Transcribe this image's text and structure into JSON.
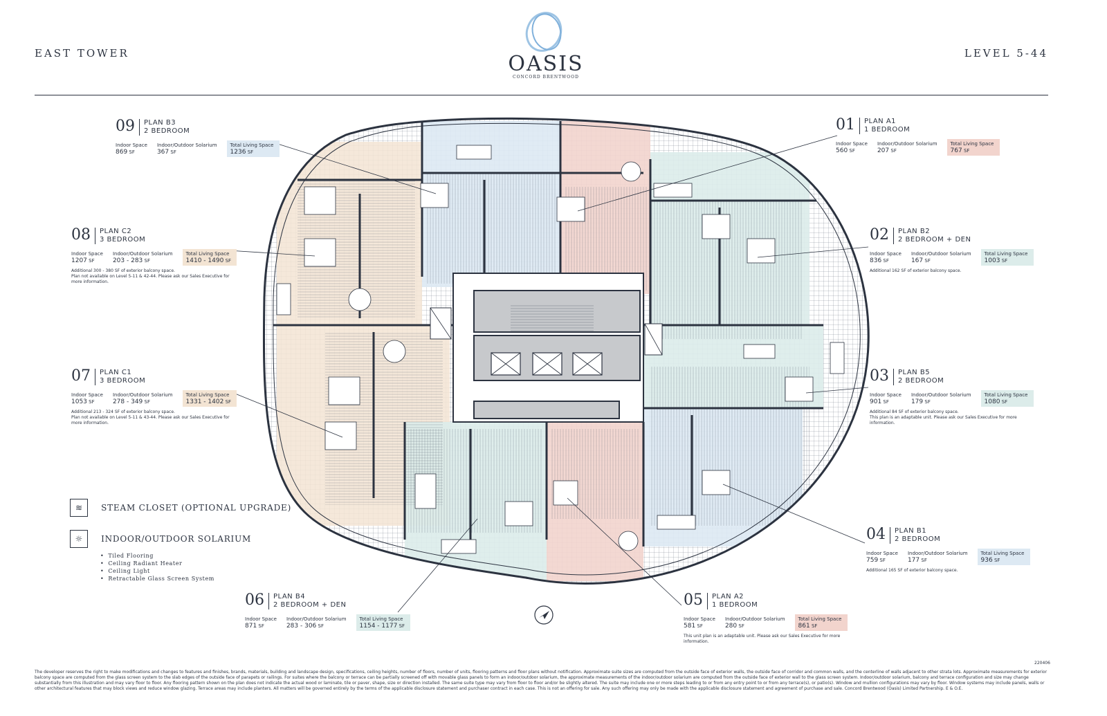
{
  "header": {
    "left": "EAST TOWER",
    "right": "LEVEL 5-44",
    "logo_name": "OASIS",
    "logo_sub": "CONCORD BRENTWOOD"
  },
  "colors": {
    "peach": "#f3e4d3",
    "blue": "#dde9f3",
    "pink": "#f2d4cd",
    "green": "#dcecea",
    "line": "#2c3340"
  },
  "units": {
    "u09": {
      "num": "09",
      "plan": "PLAN B3",
      "beds": "2 BEDROOM",
      "indoor_label": "Indoor Space",
      "indoor": "869",
      "solar_label": "Indoor/Outdoor Solarium",
      "solar": "367",
      "total_label": "Total Living Space",
      "total": "1236",
      "unit": "SF",
      "color": "#dde9f3",
      "note": ""
    },
    "u08": {
      "num": "08",
      "plan": "PLAN C2",
      "beds": "3 BEDROOM",
      "indoor_label": "Indoor Space",
      "indoor": "1207",
      "solar_label": "Indoor/Outdoor Solarium",
      "solar": "203 - 283",
      "total_label": "Total Living Space",
      "total": "1410 - 1490",
      "unit": "SF",
      "color": "#f3e4d3",
      "note": "Additional 300 - 380 SF of exterior balcony space.",
      "note2": "Plan not available on Level 5-11 & 42-44. Please ask our Sales Executive for more information."
    },
    "u07": {
      "num": "07",
      "plan": "PLAN C1",
      "beds": "3 BEDROOM",
      "indoor_label": "Indoor Space",
      "indoor": "1053",
      "solar_label": "Indoor/Outdoor Solarium",
      "solar": "278 - 349",
      "total_label": "Total Living Space",
      "total": "1331 - 1402",
      "unit": "SF",
      "color": "#f3e4d3",
      "note": "Additional 213 - 324 SF of exterior balcony space.",
      "note2": "Plan not available on Level 5-11 & 43-44. Please ask our Sales Executive for more information."
    },
    "u06": {
      "num": "06",
      "plan": "PLAN B4",
      "beds": "2 BEDROOM + DEN",
      "indoor_label": "Indoor Space",
      "indoor": "871",
      "solar_label": "Indoor/Outdoor Solarium",
      "solar": "283 - 306",
      "total_label": "Total Living Space",
      "total": "1154 - 1177",
      "unit": "SF",
      "color": "#dcecea",
      "note": ""
    },
    "u01": {
      "num": "01",
      "plan": "PLAN A1",
      "beds": "1 BEDROOM",
      "indoor_label": "Indoor Space",
      "indoor": "560",
      "solar_label": "Indoor/Outdoor Solarium",
      "solar": "207",
      "total_label": "Total Living Space",
      "total": "767",
      "unit": "SF",
      "color": "#f2d4cd",
      "note": ""
    },
    "u02": {
      "num": "02",
      "plan": "PLAN B2",
      "beds": "2 BEDROOM + DEN",
      "indoor_label": "Indoor Space",
      "indoor": "836",
      "solar_label": "Indoor/Outdoor Solarium",
      "solar": "167",
      "total_label": "Total Living Space",
      "total": "1003",
      "unit": "SF",
      "color": "#dcecea",
      "note": "Additional 162 SF of exterior balcony space."
    },
    "u03": {
      "num": "03",
      "plan": "PLAN B5",
      "beds": "2 BEDROOM",
      "indoor_label": "Indoor Space",
      "indoor": "901",
      "solar_label": "Indoor/Outdoor Solarium",
      "solar": "179",
      "total_label": "Total Living Space",
      "total": "1080",
      "unit": "SF",
      "color": "#dcecea",
      "note": "Additional 84 SF of exterior balcony space.",
      "note2": "This plan is an adaptable unit. Please ask our Sales Executive for more information."
    },
    "u04": {
      "num": "04",
      "plan": "PLAN B1",
      "beds": "2 BEDROOM",
      "indoor_label": "Indoor Space",
      "indoor": "759",
      "solar_label": "Indoor/Outdoor Solarium",
      "solar": "177",
      "total_label": "Total Living Space",
      "total": "936",
      "unit": "SF",
      "color": "#dde9f3",
      "note": "Additional 165 SF of exterior balcony space."
    },
    "u05": {
      "num": "05",
      "plan": "PLAN A2",
      "beds": "1 BEDROOM",
      "indoor_label": "Indoor Space",
      "indoor": "581",
      "solar_label": "Indoor/Outdoor Solarium",
      "solar": "280",
      "total_label": "Total Living Space",
      "total": "861",
      "unit": "SF",
      "color": "#f2d4cd",
      "note": "This unit plan is an adaptable unit. Please ask our Sales Executive for more information."
    }
  },
  "legend": {
    "steam": "STEAM CLOSET (OPTIONAL UPGRADE)",
    "steam_icon": "steam-icon",
    "solarium": "INDOOR/OUTDOOR SOLARIUM",
    "solarium_icon": "sun-icon",
    "features": [
      "Tiled Flooring",
      "Ceiling Radiant Heater",
      "Ceiling Light",
      "Retractable Glass Screen System"
    ]
  },
  "compass_icon": "north-arrow-icon",
  "doc_code": "220406",
  "disclaimer": "The developer reserves the right to make modifications and changes to features and finishes, brands, materials, building and landscape design, specifications, ceiling heights, number of floors, number of units, flooring patterns and floor plans without notification. Approximate suite sizes are computed from the outside face of exterior walls, the outside face of corridor and common walls, and the centerline of walls adjacent to other strata lots. Approximate measurements for exterior balcony space are computed from the glass screen system to the slab edges of the outside face of parapets or railings. For suites where the balcony or terrace can be partially screened off with movable glass panels to form an indoor/outdoor solarium, the approximate measurements of the indoor/outdoor solarium are computed from the outside face of exterior wall to the glass screen system. Indoor/outdoor solarium, balcony and terrace configuration and size may change substantially from this illustration and may vary floor to floor. Any flooring pattern shown on the plan does not indicate the actual wood or laminate, tile or paver, shape, size or direction installed. The same suite type may vary from floor to floor and/or be slightly altered. The suite may include one or more steps leading to or from any entry point to or from any terrace(s), or patio(s). Window and mullion configurations may vary by floor. Window systems may include panels, walls or other architectural features that may block views and reduce window glazing. Terrace areas may include planters. All matters will be governed entirely by the terms of the applicable disclosure statement and purchaser contract in each case. This is not an offering for sale. Any such offering may only be made with the applicable disclosure statement and agreement of purchase and sale. Concord Brentwood (Oasis) Limited Partnership. E & O.E."
}
